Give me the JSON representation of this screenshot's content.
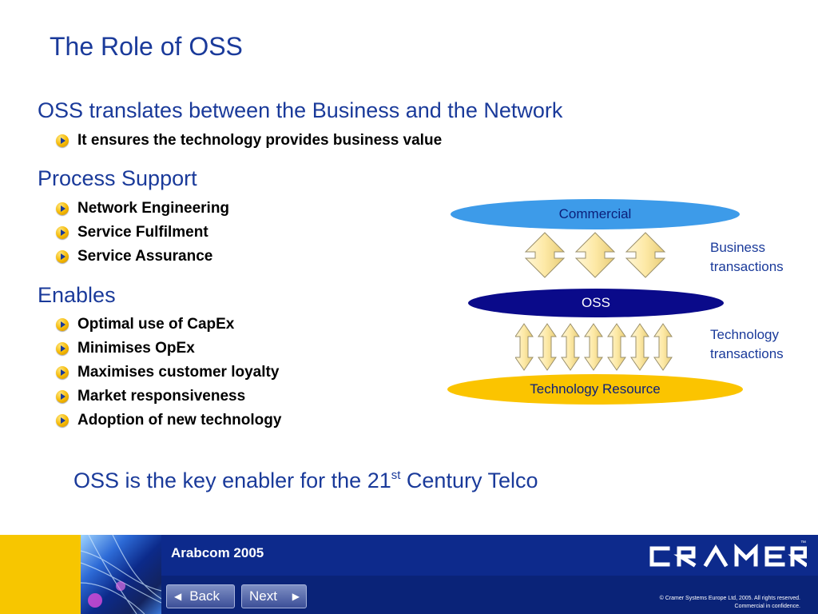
{
  "slide": {
    "title": "The Role of OSS",
    "sections": [
      {
        "heading": "OSS translates between the Business and the Network",
        "bullets": [
          "It ensures the technology provides business value"
        ]
      },
      {
        "heading": "Process Support",
        "bullets": [
          "Network Engineering",
          "Service Fulfilment",
          "Service Assurance"
        ]
      },
      {
        "heading": "Enables",
        "bullets": [
          "Optimal use of CapEx",
          "Minimises OpEx",
          "Maximises customer loyalty",
          "Market responsiveness",
          "Adoption of new technology"
        ]
      }
    ],
    "tagline": {
      "before": "OSS is the key enabler for the 21",
      "sup": "st",
      "after": " Century Telco"
    }
  },
  "diagram": {
    "layers": {
      "commercial": "Commercial",
      "oss": "OSS",
      "technology": "Technology Resource"
    },
    "side_labels": {
      "business": [
        "Business",
        "transactions"
      ],
      "technology": [
        "Technology",
        "transactions"
      ]
    },
    "colors": {
      "commercial": "#3d9be9",
      "oss": "#0a0a8a",
      "technology": "#fbc400",
      "arrow_fill": "#fde9a6",
      "arrow_stroke": "#9a8f6a"
    },
    "icons": {
      "business_arrows": "double-headed-arrow-icon",
      "tech_arrows": "vertical-double-arrow-icon"
    }
  },
  "footer": {
    "event": "Arabcom 2005",
    "back_label": "Back",
    "next_label": "Next",
    "logo_text": "CRAMER",
    "trademark": "™",
    "copyright_line1": "© Cramer Systems Europe Ltd, 2005. All rights reserved.",
    "copyright_line2": "Commercial in confidence.",
    "colors": {
      "band": "#0d2a8c",
      "accent": "#f7c600"
    }
  }
}
